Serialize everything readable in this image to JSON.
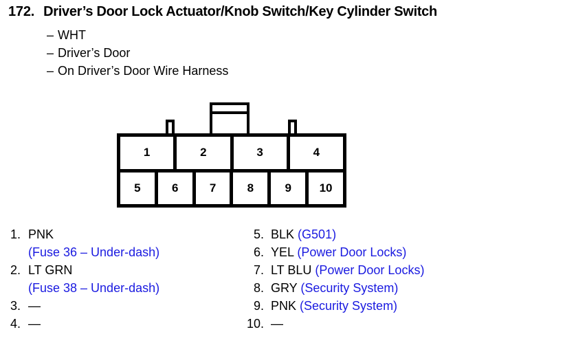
{
  "header": {
    "item_number": "172.",
    "title": "Driver’s Door Lock Actuator/Knob Switch/Key Cylinder Switch",
    "bullet_mark": "–",
    "subtitles": [
      "WHT",
      "Driver’s Door",
      "On Driver’s Door Wire Harness"
    ]
  },
  "connector": {
    "name": "10-pin-connector",
    "rows": [
      {
        "pins": [
          "1",
          "2",
          "3",
          "4"
        ]
      },
      {
        "pins": [
          "5",
          "6",
          "7",
          "8",
          "9",
          "10"
        ]
      }
    ],
    "tabs": [
      "tab-left",
      "tab-center",
      "tab-right"
    ]
  },
  "legend": {
    "colors": {
      "wire": "#000000",
      "circuit": "#1a1ae0"
    },
    "left_column": [
      {
        "number": "1.",
        "wire": "PNK",
        "circuit": "",
        "sub": "(Fuse 36 – Under-dash)"
      },
      {
        "number": "2.",
        "wire": "LT GRN",
        "circuit": "",
        "sub": "(Fuse 38 – Under-dash)"
      },
      {
        "number": "3.",
        "wire": "—",
        "circuit": "",
        "sub": ""
      },
      {
        "number": "4.",
        "wire": "—",
        "circuit": "",
        "sub": ""
      }
    ],
    "right_column": [
      {
        "number": "5.",
        "wire": "BLK",
        "circuit": "(G501)",
        "sub": ""
      },
      {
        "number": "6.",
        "wire": "YEL",
        "circuit": "(Power Door Locks)",
        "sub": ""
      },
      {
        "number": "7.",
        "wire": "LT BLU",
        "circuit": "(Power Door Locks)",
        "sub": ""
      },
      {
        "number": "8.",
        "wire": "GRY",
        "circuit": "(Security System)",
        "sub": ""
      },
      {
        "number": "9.",
        "wire": "PNK",
        "circuit": "(Security System)",
        "sub": ""
      },
      {
        "number": "10.",
        "wire": "—",
        "circuit": "",
        "sub": ""
      }
    ]
  }
}
